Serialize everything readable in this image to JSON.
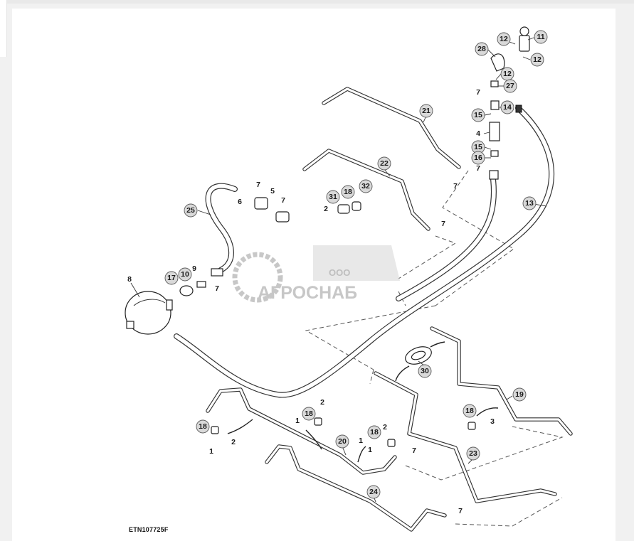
{
  "reference_code": "ETN107725F",
  "watermark": {
    "line1": "ООО",
    "line2": "АГРОСНАБ"
  },
  "callouts": [
    {
      "n": "11"
    },
    {
      "n": "12"
    },
    {
      "n": "12"
    },
    {
      "n": "28"
    },
    {
      "n": "12"
    },
    {
      "n": "27"
    },
    {
      "n": "7"
    },
    {
      "n": "14"
    },
    {
      "n": "15"
    },
    {
      "n": "4"
    },
    {
      "n": "15"
    },
    {
      "n": "16"
    },
    {
      "n": "7"
    },
    {
      "n": "21"
    },
    {
      "n": "7"
    },
    {
      "n": "22"
    },
    {
      "n": "13"
    },
    {
      "n": "7"
    },
    {
      "n": "5"
    },
    {
      "n": "6"
    },
    {
      "n": "7"
    },
    {
      "n": "25"
    },
    {
      "n": "31"
    },
    {
      "n": "18"
    },
    {
      "n": "32"
    },
    {
      "n": "2"
    },
    {
      "n": "7"
    },
    {
      "n": "8"
    },
    {
      "n": "17"
    },
    {
      "n": "10"
    },
    {
      "n": "9"
    },
    {
      "n": "7"
    },
    {
      "n": "30"
    },
    {
      "n": "19"
    },
    {
      "n": "18"
    },
    {
      "n": "3"
    },
    {
      "n": "2"
    },
    {
      "n": "18"
    },
    {
      "n": "1"
    },
    {
      "n": "18"
    },
    {
      "n": "2"
    },
    {
      "n": "1"
    },
    {
      "n": "18"
    },
    {
      "n": "2"
    },
    {
      "n": "1"
    },
    {
      "n": "20"
    },
    {
      "n": "1"
    },
    {
      "n": "7"
    },
    {
      "n": "23"
    },
    {
      "n": "24"
    },
    {
      "n": "7"
    }
  ]
}
